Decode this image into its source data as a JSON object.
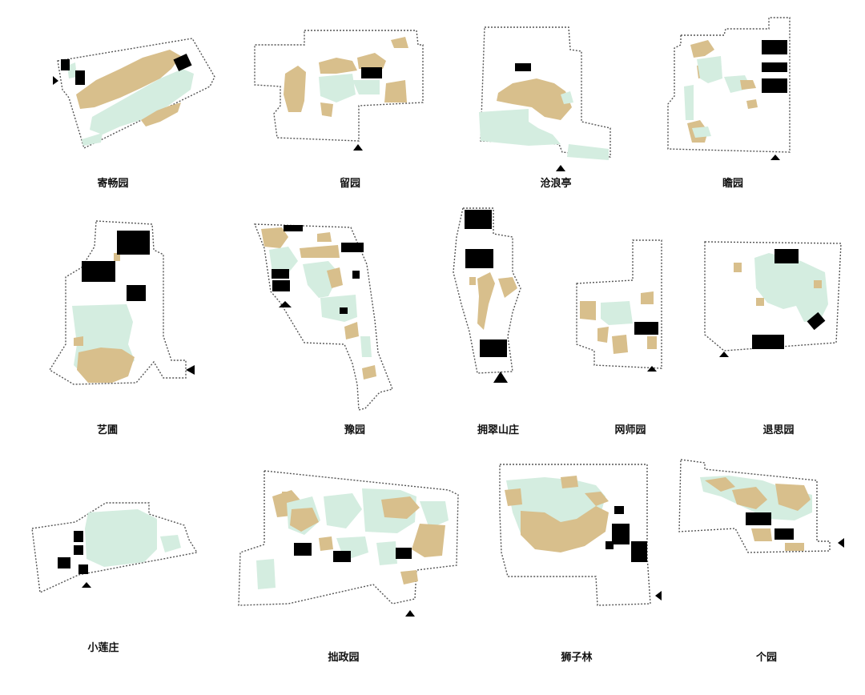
{
  "colors": {
    "hill": "#d8bf8c",
    "water": "#d4ede0",
    "building": "#000000",
    "boundary": "#555555"
  },
  "gardens": [
    {
      "name": "寄畅园"
    },
    {
      "name": "留园"
    },
    {
      "name": "沧浪亭"
    },
    {
      "name": "瞻园"
    },
    {
      "name": "艺圃"
    },
    {
      "name": "豫园"
    },
    {
      "name": "拥翠山庄"
    },
    {
      "name": "网师园"
    },
    {
      "name": "退思园"
    },
    {
      "name": "小莲庄"
    },
    {
      "name": "拙政园"
    },
    {
      "name": "狮子林"
    },
    {
      "name": "个园"
    }
  ]
}
